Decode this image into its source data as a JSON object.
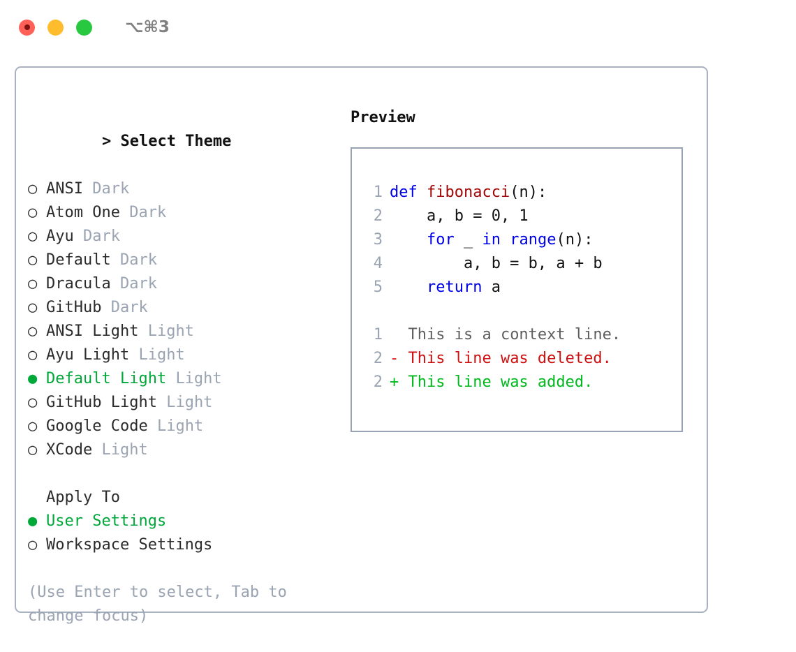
{
  "titlebar": {
    "shortcut": "⌥⌘3",
    "lights": [
      {
        "name": "close",
        "color": "#ff6159"
      },
      {
        "name": "minimize",
        "color": "#ffbd2e"
      },
      {
        "name": "zoom",
        "color": "#28c840"
      }
    ]
  },
  "colors": {
    "accent_green": "#00a83a",
    "muted": "#9aa4b2",
    "border": "#a8b2c0",
    "preview_border": "#98a3b3",
    "keyword_blue": "#0000e6",
    "function_red": "#a00808",
    "diff_add": "#00b81d",
    "diff_delete": "#cc1111"
  },
  "theme_list": {
    "heading": "> Select Theme",
    "heading_prompt": ">",
    "heading_text": "Select Theme",
    "bullet_selected": "●",
    "bullet_unselected": "○",
    "items": [
      {
        "label": "ANSI",
        "tag": "Dark",
        "selected": false
      },
      {
        "label": "Atom One",
        "tag": "Dark",
        "selected": false
      },
      {
        "label": "Ayu",
        "tag": "Dark",
        "selected": false
      },
      {
        "label": "Default",
        "tag": "Dark",
        "selected": false
      },
      {
        "label": "Dracula",
        "tag": "Dark",
        "selected": false
      },
      {
        "label": "GitHub",
        "tag": "Dark",
        "selected": false
      },
      {
        "label": "ANSI Light",
        "tag": "Light",
        "selected": false
      },
      {
        "label": "Ayu Light",
        "tag": "Light",
        "selected": false
      },
      {
        "label": "Default Light",
        "tag": "Light",
        "selected": true
      },
      {
        "label": "GitHub Light",
        "tag": "Light",
        "selected": false
      },
      {
        "label": "Google Code",
        "tag": "Light",
        "selected": false
      },
      {
        "label": "XCode",
        "tag": "Light",
        "selected": false
      }
    ]
  },
  "apply_to": {
    "heading": "Apply To",
    "items": [
      {
        "label": "User Settings",
        "selected": true
      },
      {
        "label": "Workspace Settings",
        "selected": false
      }
    ]
  },
  "hint": "(Use Enter to select, Tab to change focus)",
  "preview": {
    "title": "Preview",
    "code_lines": [
      {
        "number": "1",
        "tokens": [
          {
            "t": "def ",
            "c": "kw"
          },
          {
            "t": "fibonacci",
            "c": "fn"
          },
          {
            "t": "(n):",
            "c": "plain"
          }
        ]
      },
      {
        "number": "2",
        "tokens": [
          {
            "t": "    a, b = 0, 1",
            "c": "plain"
          }
        ]
      },
      {
        "number": "3",
        "tokens": [
          {
            "t": "    ",
            "c": "plain"
          },
          {
            "t": "for",
            "c": "kw"
          },
          {
            "t": " _ ",
            "c": "plain"
          },
          {
            "t": "in",
            "c": "kw"
          },
          {
            "t": " ",
            "c": "plain"
          },
          {
            "t": "range",
            "c": "kw"
          },
          {
            "t": "(n):",
            "c": "plain"
          }
        ]
      },
      {
        "number": "4",
        "tokens": [
          {
            "t": "        a, b = b, a + b",
            "c": "plain"
          }
        ]
      },
      {
        "number": "5",
        "tokens": [
          {
            "t": "    ",
            "c": "plain"
          },
          {
            "t": "return",
            "c": "kw"
          },
          {
            "t": " a",
            "c": "plain"
          }
        ]
      }
    ],
    "diff_lines": [
      {
        "number": "1",
        "marker": " ",
        "text": " This is a context line.",
        "kind": "ctx"
      },
      {
        "number": "2",
        "marker": "-",
        "text": " This line was deleted.",
        "kind": "del"
      },
      {
        "number": "2",
        "marker": "+",
        "text": " This line was added.",
        "kind": "add"
      }
    ]
  }
}
